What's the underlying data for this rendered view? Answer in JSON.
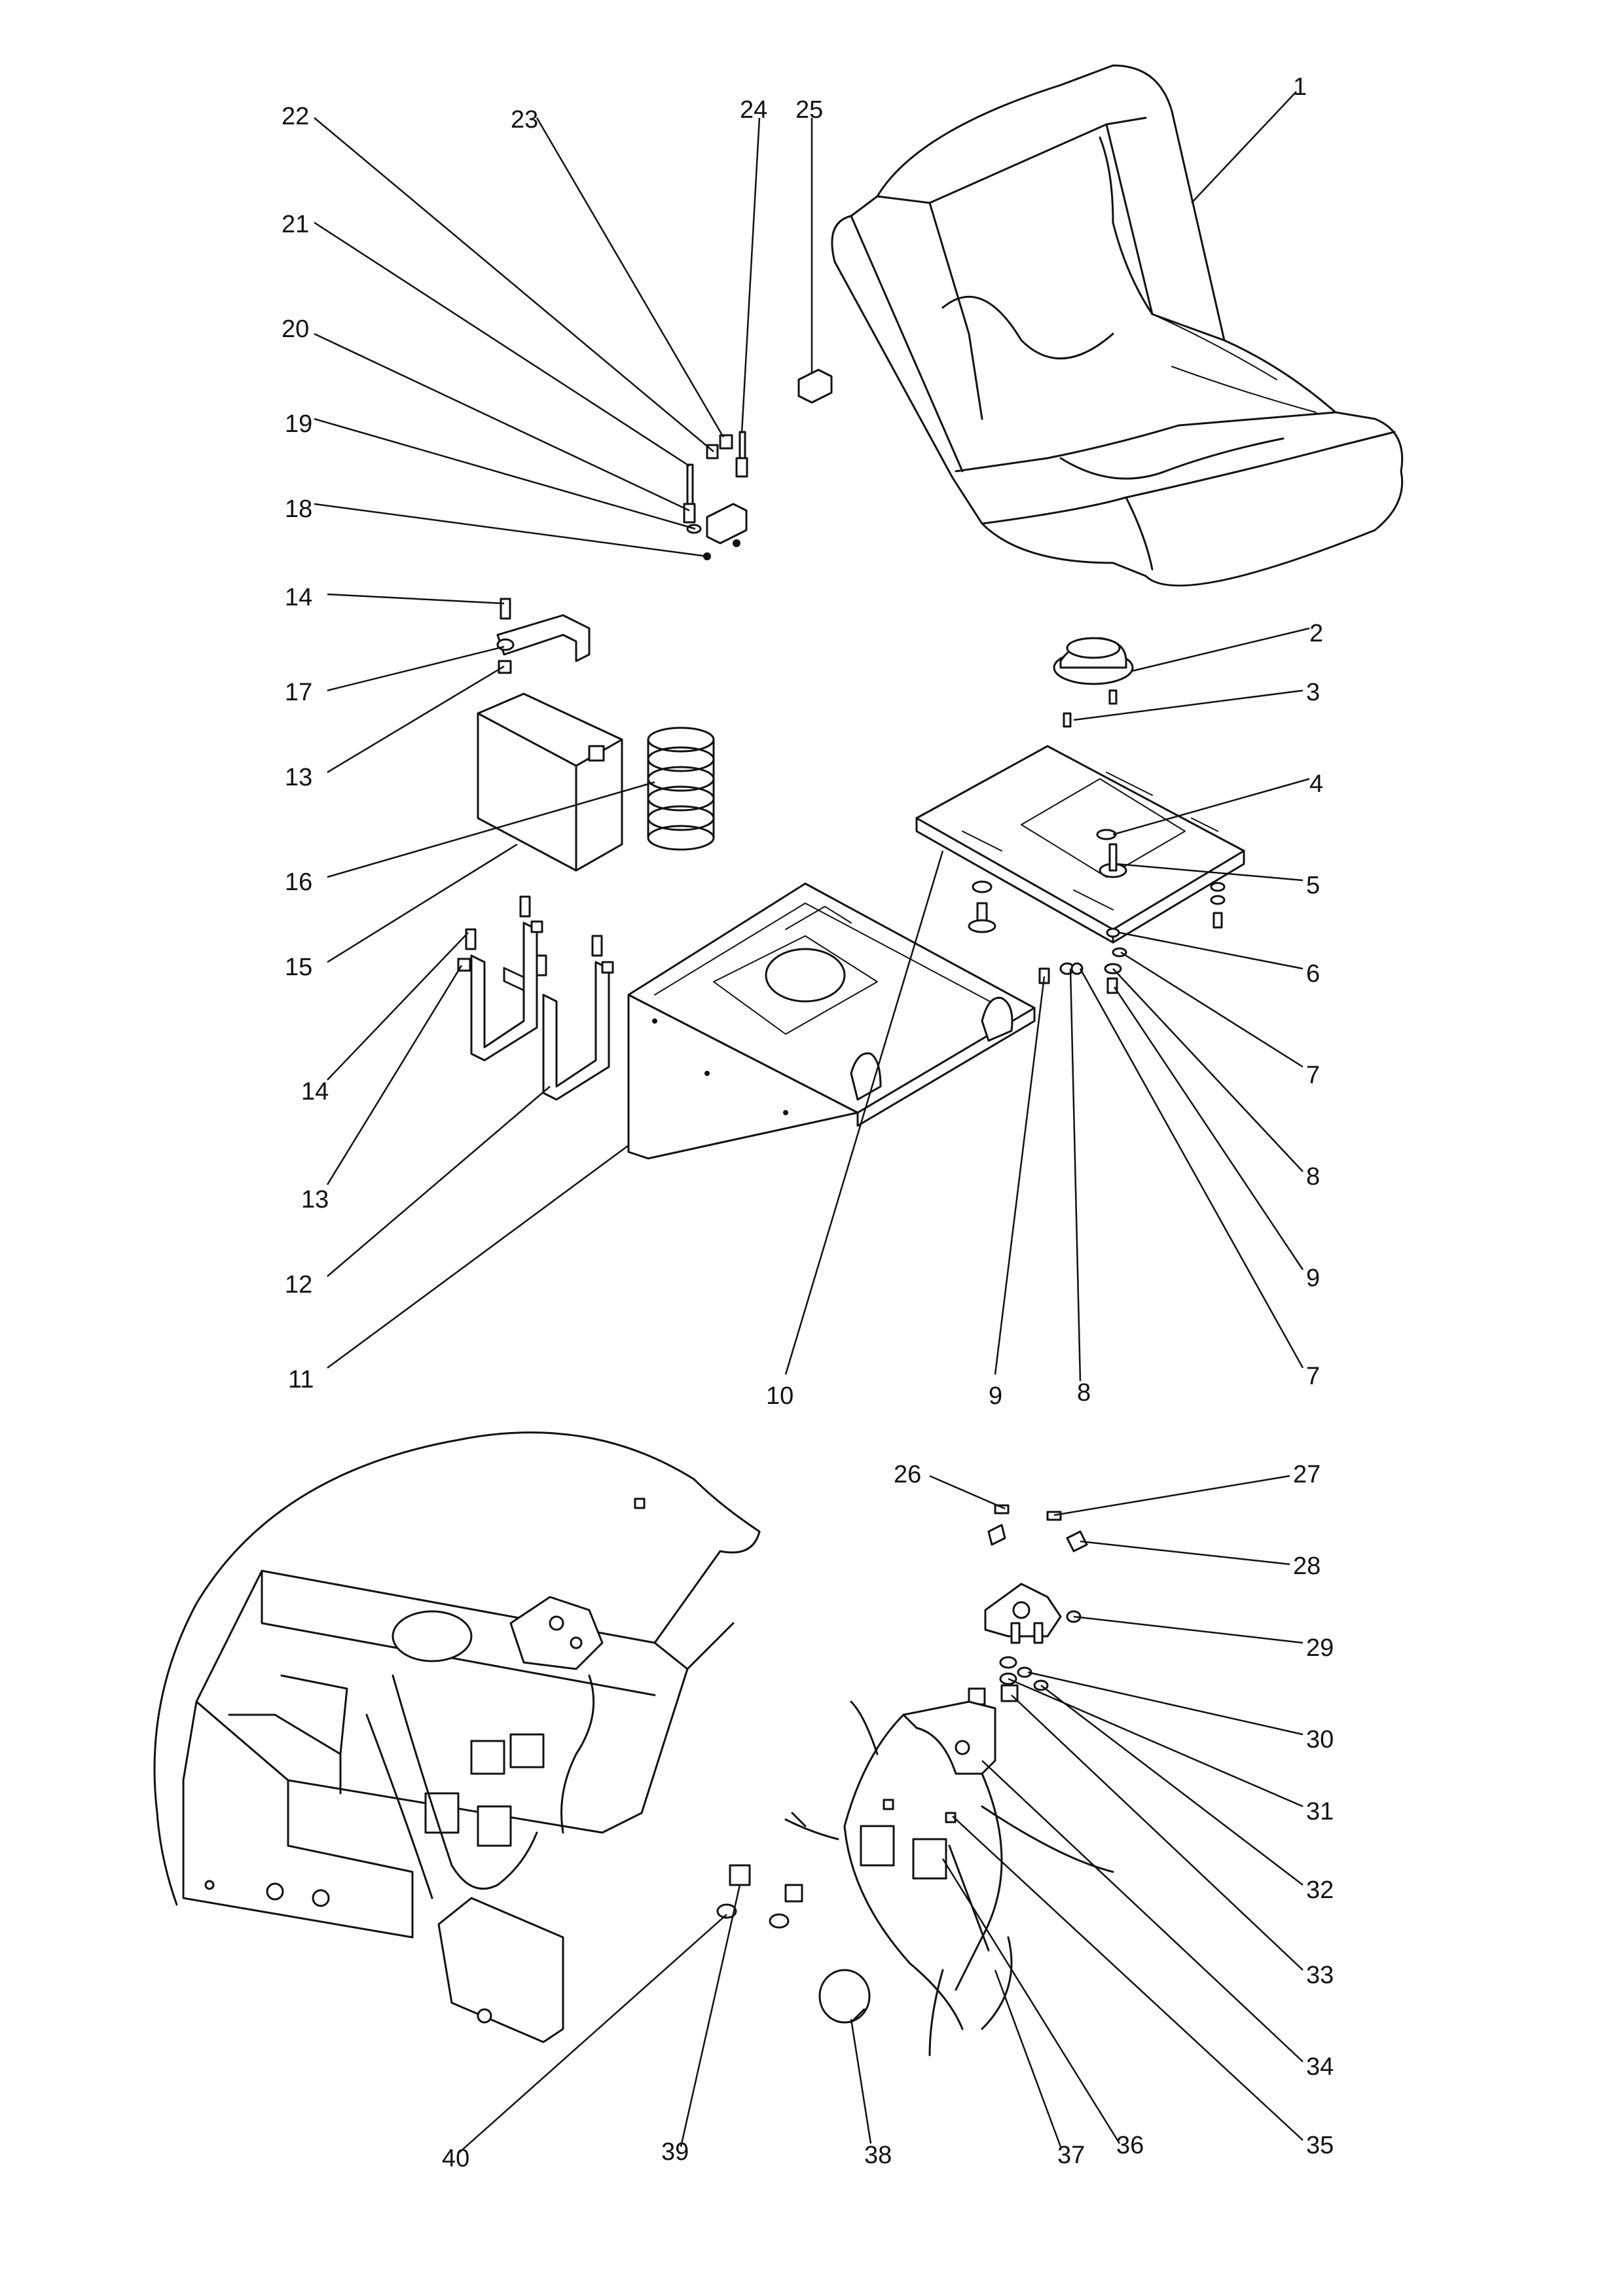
{
  "diagram": {
    "top_callouts": [
      "1",
      "2",
      "3",
      "4",
      "5",
      "6",
      "7",
      "8",
      "9",
      "7",
      "8",
      "9",
      "10",
      "11",
      "12",
      "13",
      "14",
      "15",
      "16",
      "13",
      "17",
      "14",
      "18",
      "19",
      "20",
      "21",
      "22",
      "23",
      "24",
      "25"
    ],
    "bottom_callouts": [
      "26",
      "27",
      "28",
      "29",
      "30",
      "31",
      "32",
      "33",
      "34",
      "35",
      "36",
      "37",
      "38",
      "39",
      "40"
    ]
  }
}
